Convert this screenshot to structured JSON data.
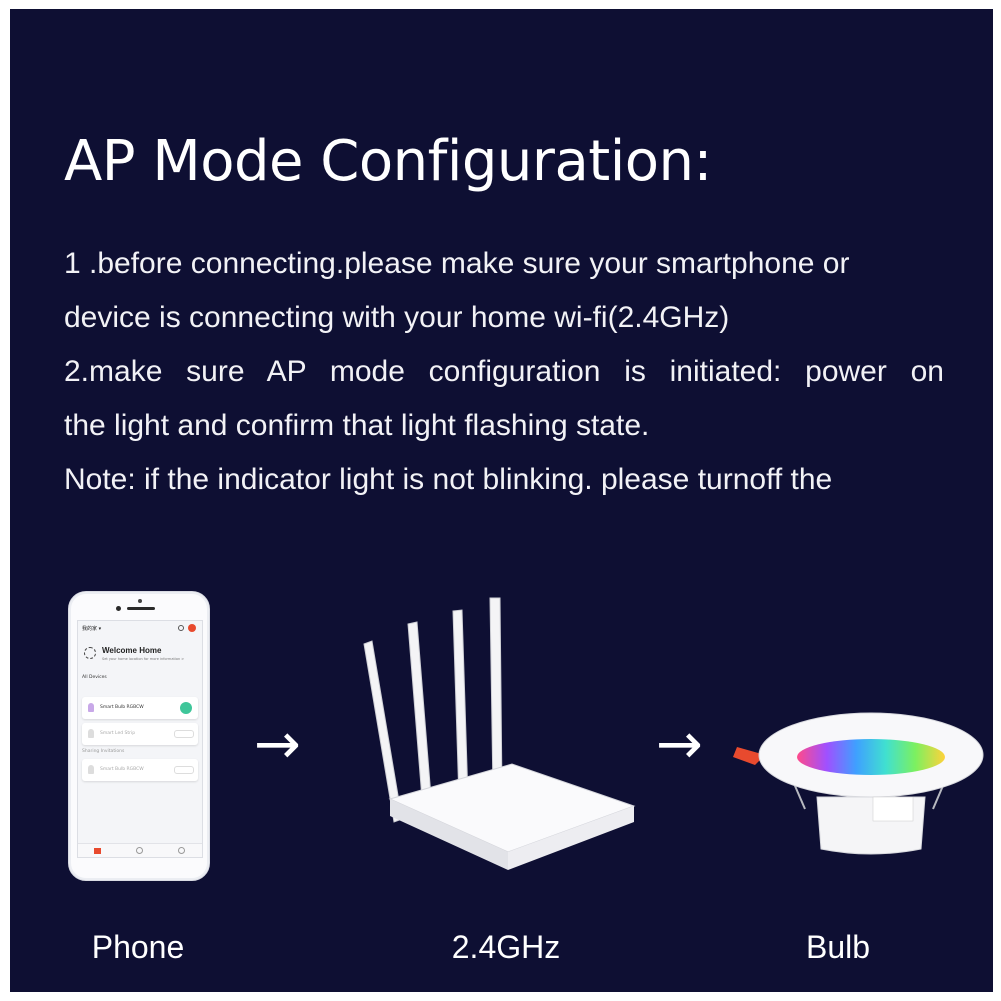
{
  "title": "AP Mode Configuration:",
  "paragraphs": {
    "line1": "1 .before connecting.please make sure your smartphone or",
    "line2": "device is connecting with your home wi-fi(2.4GHz)",
    "line3": "2.make sure AP mode configuration is initiated: power on",
    "line4": "the light and confirm that light flashing state.",
    "line5": "Note: if the indicator light is not blinking. please turnoff the"
  },
  "phone_screen": {
    "top_bar": "我的家 ▾",
    "welcome": "Welcome Home",
    "welcome_sub": "Set your home location for more information >",
    "all_devices": "All Devices",
    "device1": "Smart Bulb RGBCW",
    "device2": "Smart Led Strip",
    "sharing": "Sharing Invitations",
    "device3": "Smart Bulb RGBCW"
  },
  "arrows": {
    "arrow1": "→",
    "arrow2": "→"
  },
  "labels": {
    "phone": "Phone",
    "router": "2.4GHz",
    "bulb": "Bulb"
  },
  "colors": {
    "background": "#0e0f33",
    "text": "#ffffff",
    "accent_red": "#e84a2e",
    "toggle_green": "#3fc69a"
  },
  "icons": [
    "phone-illustration",
    "router-illustration",
    "bulb-illustration",
    "right-arrow-icon"
  ]
}
